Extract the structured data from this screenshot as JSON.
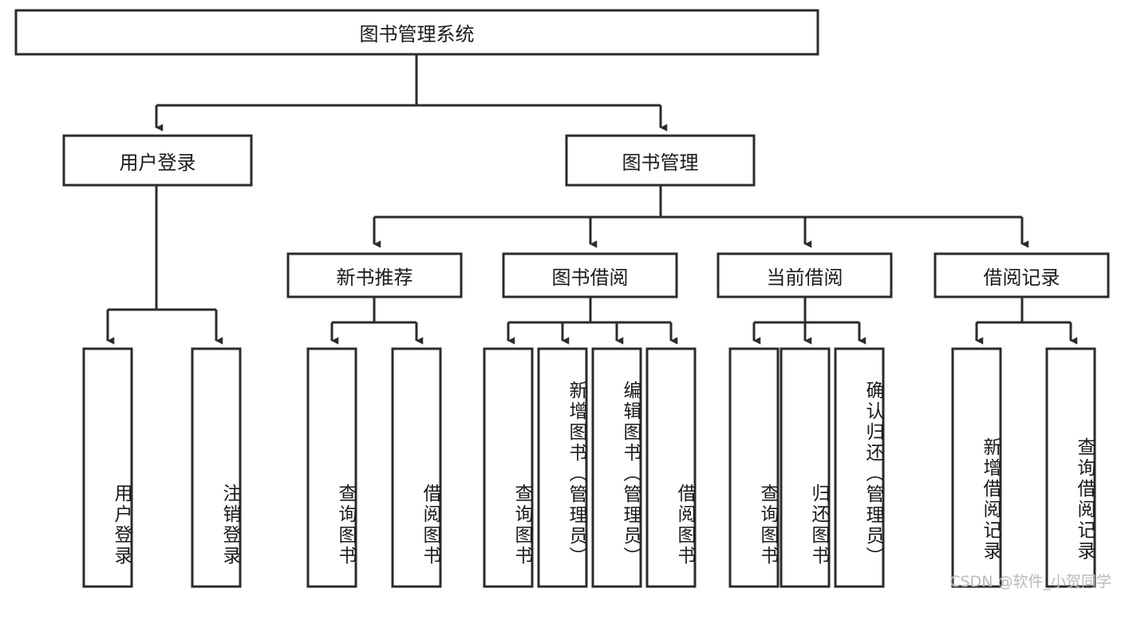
{
  "diagram": {
    "title": "图书管理系统",
    "type": "tree",
    "watermark": "CSDN @软件_小贺同学",
    "colors": {
      "stroke": "#2b2b2b",
      "fill": "#ffffff",
      "text": "#1a1a1a",
      "watermark": "#b9b9b9"
    },
    "nodes": {
      "root": {
        "label": "图书管理系统",
        "level": 1,
        "orientation": "horizontal"
      },
      "l2": [
        {
          "id": "user-login",
          "label": "用户登录",
          "level": 2,
          "orientation": "horizontal"
        },
        {
          "id": "book-manage",
          "label": "图书管理",
          "level": 2,
          "orientation": "horizontal"
        }
      ],
      "l3": [
        {
          "id": "new-book-recommend",
          "label": "新书推荐",
          "level": 3,
          "orientation": "horizontal"
        },
        {
          "id": "book-borrow",
          "label": "图书借阅",
          "level": 3,
          "orientation": "horizontal"
        },
        {
          "id": "current-borrow",
          "label": "当前借阅",
          "level": 3,
          "orientation": "horizontal"
        },
        {
          "id": "borrow-record",
          "label": "借阅记录",
          "level": 3,
          "orientation": "horizontal"
        }
      ],
      "leaves": [
        {
          "id": "leaf-user-login",
          "label": "用户登录",
          "parent": "user-login",
          "orientation": "vertical"
        },
        {
          "id": "leaf-logout-login",
          "label": "注销登录",
          "parent": "user-login",
          "orientation": "vertical"
        },
        {
          "id": "leaf-query-book-1",
          "label": "查询图书",
          "parent": "new-book-recommend",
          "orientation": "vertical"
        },
        {
          "id": "leaf-borrow-book-1",
          "label": "借阅图书",
          "parent": "new-book-recommend",
          "orientation": "vertical"
        },
        {
          "id": "leaf-query-book-2",
          "label": "查询图书",
          "parent": "book-borrow",
          "orientation": "vertical"
        },
        {
          "id": "leaf-add-book",
          "label": "新增图书（管理员）",
          "parent": "book-borrow",
          "orientation": "vertical"
        },
        {
          "id": "leaf-edit-book",
          "label": "编辑图书（管理员）",
          "parent": "book-borrow",
          "orientation": "vertical"
        },
        {
          "id": "leaf-borrow-book-2",
          "label": "借阅图书",
          "parent": "book-borrow",
          "orientation": "vertical"
        },
        {
          "id": "leaf-query-book-3",
          "label": "查询图书",
          "parent": "current-borrow",
          "orientation": "vertical"
        },
        {
          "id": "leaf-return-book",
          "label": "归还图书",
          "parent": "current-borrow",
          "orientation": "vertical"
        },
        {
          "id": "leaf-confirm-return",
          "label": "确认归还（管理员）",
          "parent": "current-borrow",
          "orientation": "vertical"
        },
        {
          "id": "leaf-add-record",
          "label": "新增借阅记录",
          "parent": "borrow-record",
          "orientation": "vertical"
        },
        {
          "id": "leaf-query-record",
          "label": "查询借阅记录",
          "parent": "borrow-record",
          "orientation": "vertical"
        }
      ]
    }
  }
}
